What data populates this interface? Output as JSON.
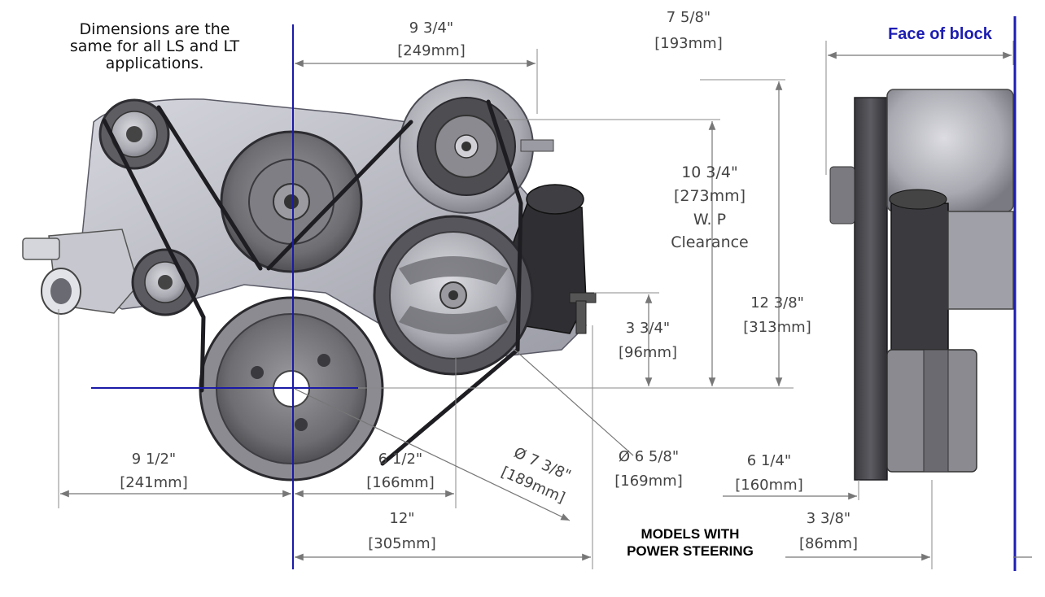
{
  "note": {
    "lines": [
      "Dimensions are the",
      "same for all LS and LT",
      "applications."
    ]
  },
  "face_label": "Face of block",
  "models_label": [
    "MODELS WITH",
    "POWER STEERING"
  ],
  "dimensions": {
    "top_width": {
      "imperial": "9 3/4\"",
      "metric": "[249mm]"
    },
    "alt_to_face": {
      "imperial": "7 5/8\"",
      "metric": "[193mm]"
    },
    "wp_clearance": {
      "imperial": "10 3/4\"",
      "metric": "[273mm]",
      "label_1": "W. P",
      "label_2": "Clearance"
    },
    "total_height": {
      "imperial": "12 3/8\"",
      "metric": "[313mm]"
    },
    "ps_height": {
      "imperial": "3 3/4\"",
      "metric": "[96mm]"
    },
    "left_width": {
      "imperial": "9 1/2\"",
      "metric": "[241mm]"
    },
    "crank_to_ps": {
      "imperial": "6 1/2\"",
      "metric": "[166mm]"
    },
    "crank_dia": {
      "imperial": "Ø 7 3/8\"",
      "metric": "[189mm]"
    },
    "ps_dia": {
      "imperial": "Ø 6 5/8\"",
      "metric": "[169mm]"
    },
    "crank_to_face": {
      "imperial": "6 1/4\"",
      "metric": "[160mm]"
    },
    "bottom_width": {
      "imperial": "12\"",
      "metric": "[305mm]"
    },
    "pulley_to_face": {
      "imperial": "3 3/8\"",
      "metric": "[86mm]"
    }
  },
  "colors": {
    "datum_line": "#1a1aa8",
    "face_label": "#1d1db3",
    "dimension_line": "#8a8a8a"
  }
}
